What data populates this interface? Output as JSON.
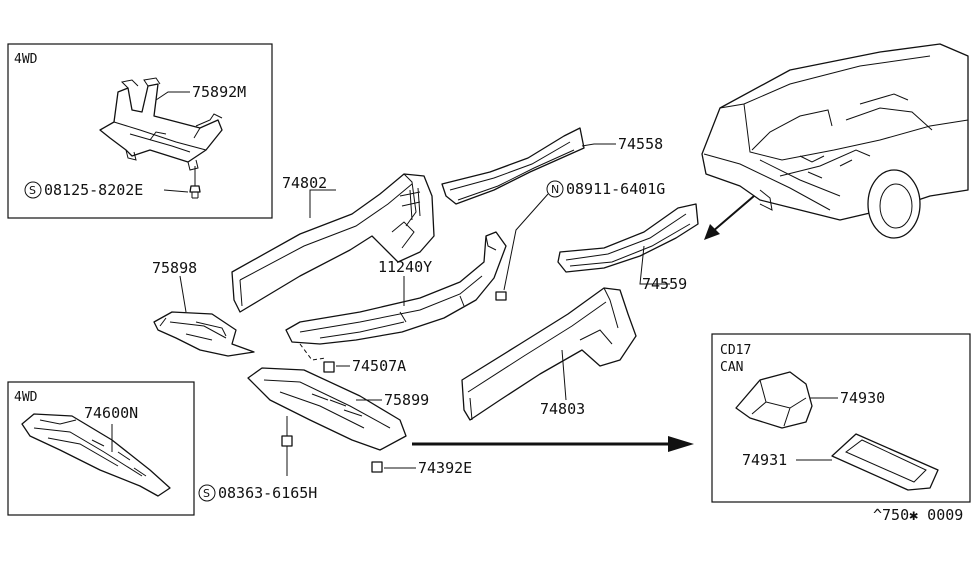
{
  "panels": {
    "upper_left_box_title": "4WD",
    "lower_left_box_title": "4WD",
    "right_box_title_line1": "CD17",
    "right_box_title_line2": "CAN"
  },
  "symbols": {
    "s": "S",
    "n": "N"
  },
  "labels": {
    "p75892M": "75892M",
    "p08125_8202E": "08125-8202E",
    "p74802": "74802",
    "p74558": "74558",
    "p08911_6401G": "08911-6401G",
    "p11240Y": "11240Y",
    "p75898": "75898",
    "p74559": "74559",
    "p74507A": "74507A",
    "p74600N": "74600N",
    "p75899": "75899",
    "p74803": "74803",
    "p74392E": "74392E",
    "p08363_6165H": "08363-6165H",
    "p74930": "74930",
    "p74931": "74931"
  },
  "footer_code": "^750✱ 0009",
  "icons": [
    "arrow-right-icon",
    "arrow-down-left-icon"
  ]
}
